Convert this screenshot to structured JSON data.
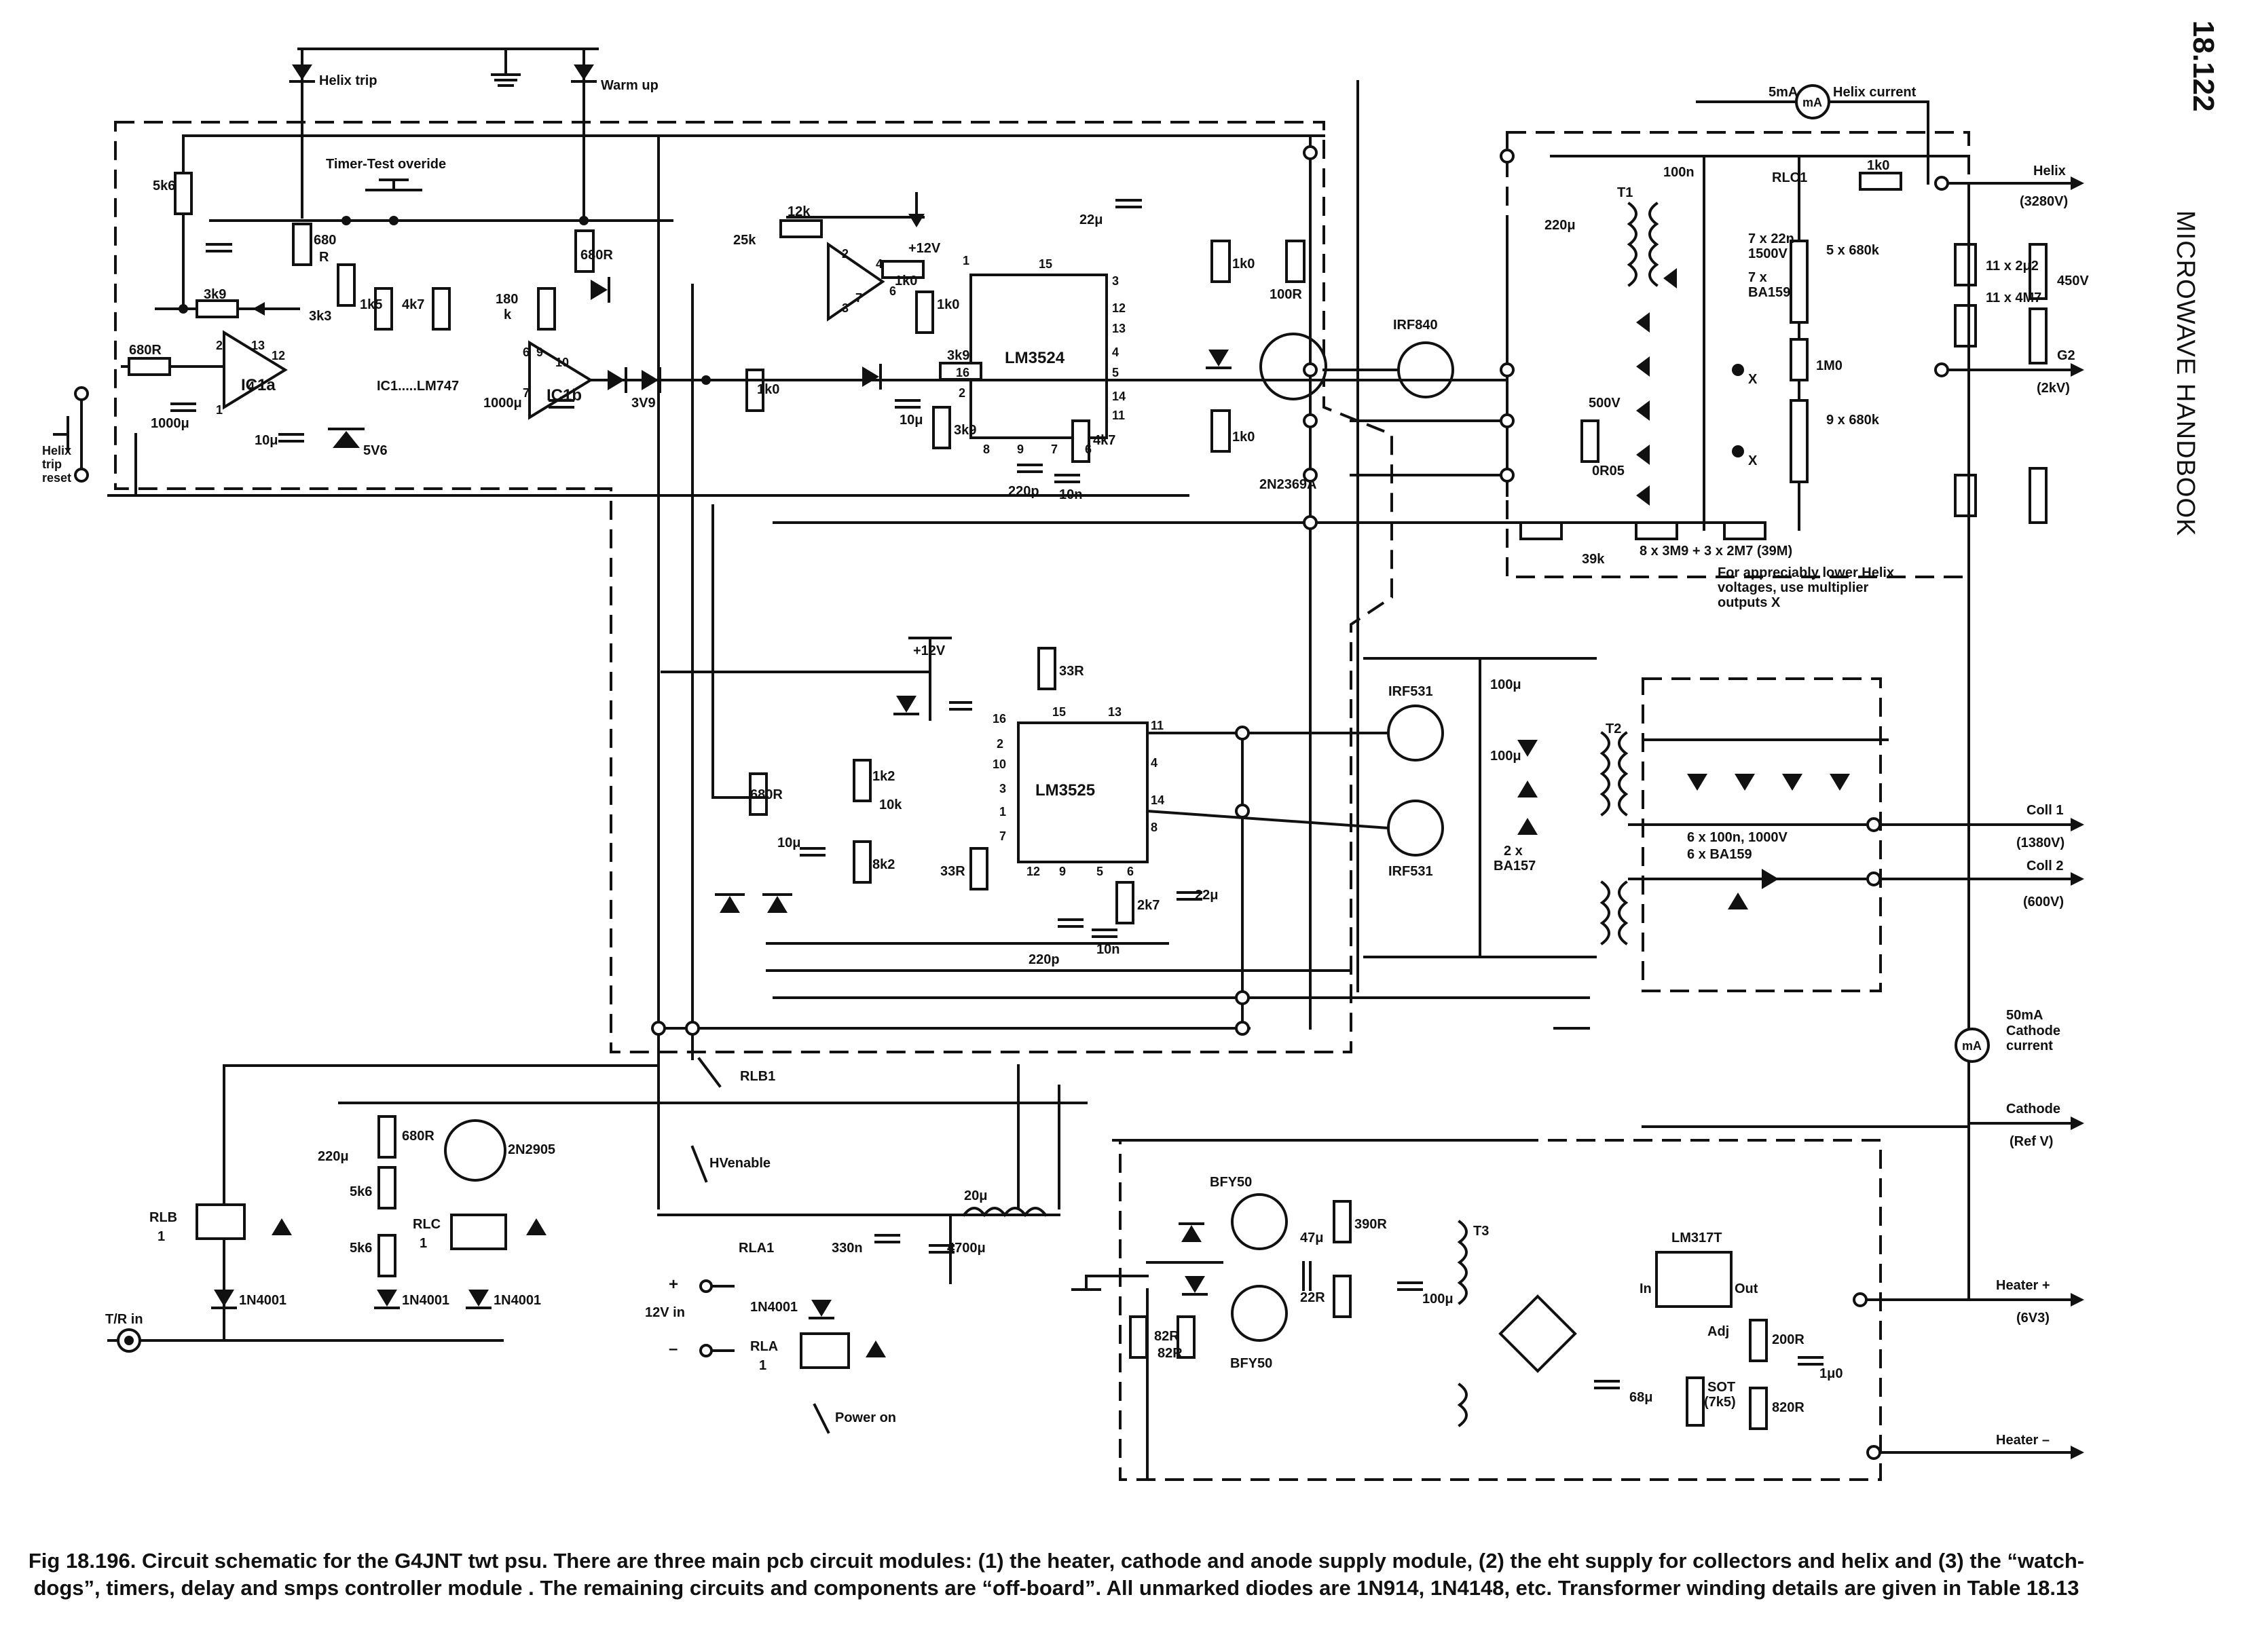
{
  "page": {
    "number": "18.122",
    "book_title": "MICROWAVE HANDBOOK"
  },
  "caption": "Fig 18.196. Circuit schematic for the G4JNT twt psu. There are three main pcb circuit modules: (1) the heater, cathode and anode supply module, (2) the eht supply for collectors and helix and (3) the “watch-dogs”, timers, delay and smps controller module . The remaining circuits and components are “off-board”. All unmarked diodes are 1N914, 1N4148, etc. Transformer winding details are given in Table 18.13",
  "ics": {
    "ic1a": "IC1a",
    "ic1b": "IC1b",
    "ic1_type": "IC1.....LM747",
    "lm3524": "LM3524",
    "lm3525": "LM3525",
    "lm317t": "LM317T"
  },
  "transistors": {
    "q_2n2369a": "2N2369A",
    "q_2n2905": "2N2905",
    "q_bfy50_a": "BFY50",
    "q_bfy50_b": "BFY50",
    "irf840": "IRF840",
    "irf531_a": "IRF531",
    "irf531_b": "IRF531"
  },
  "transformers": {
    "t1": "T1",
    "t2": "T2",
    "t3": "T3"
  },
  "relays": {
    "rlb": "RLB",
    "rlb_num": "1",
    "rlc": "RLC",
    "rlc_num": "1",
    "rla": "RLA",
    "rla_num": "1",
    "rlb1": "RLB1",
    "rlc1": "RLC1",
    "rla1": "RLA1"
  },
  "leds": {
    "helix_trip": "Helix trip",
    "warm_up": "Warm up"
  },
  "switches": {
    "timer_test": "Timer-Test overide",
    "helix_trip_reset": [
      "Helix",
      "trip",
      "reset"
    ],
    "hv_enable": "HVenable",
    "power_on": "Power on"
  },
  "meters": {
    "ma": "mA",
    "helix_range": "5mA",
    "helix_label": "Helix current",
    "cathode_range": "50mA",
    "cathode_label": [
      "Cathode",
      "current"
    ]
  },
  "outputs": [
    {
      "name": "Helix",
      "value": "(3280V)"
    },
    {
      "name": "G2",
      "value": "(2kV)"
    },
    {
      "name": "Coll 1",
      "value": "(1380V)"
    },
    {
      "name": "Coll 2",
      "value": "(600V)"
    },
    {
      "name": "Cathode",
      "value": "(Ref V)"
    },
    {
      "name": "Heater +",
      "value": "(6V3)"
    },
    {
      "name": "Heater –",
      "value": ""
    }
  ],
  "inputs": {
    "tr_in": "T/R in",
    "v12_in": "12V in",
    "plus": "+",
    "minus": "–",
    "plus12v": "+12V"
  },
  "notes": {
    "multiplier": [
      "For appreciably lower Helix",
      "voltages, use multiplier",
      "outputs X"
    ],
    "x_marker": "X"
  },
  "components": {
    "r_5k6": "5k6",
    "r_680r_a": "680",
    "r_680r_a2": "R",
    "r_3k9_a": "3k9",
    "r_3k3": "3k3",
    "r_680r_b": "680R",
    "c_1000u_a": "1000μ",
    "c_10u_a": "10μ",
    "z_5v6": "5V6",
    "r_1k5": "1k5",
    "r_4k7_a": "4k7",
    "r_180k": "180",
    "r_180k2": "k",
    "c_1000u_b": "1000μ",
    "r_680r_c": "680R",
    "z_3v9": "3V9",
    "r_1k0_a": "1k0",
    "r_12k": "12k",
    "vr_25k": "25k",
    "r_1k0_b": "1k0",
    "r_1k0_c": "1k0",
    "r_3k9_b": "3k9",
    "r_3k9_c": "3k9",
    "c_10u_b": "10μ",
    "c_220p_a": "220p",
    "c_10n_a": "10n",
    "r_4k7_b": "4k7",
    "c_22u_a": "22μ",
    "r_1k0_d": "1k0",
    "r_100r": "100R",
    "r_1k0_e": "1k0",
    "c_100n_a": "100n",
    "c_220u": "220μ",
    "z_500v": "500V",
    "r_0r05": "0R05",
    "c_7x22n": [
      "7 x 22n",
      "1500V"
    ],
    "d_7xba159": [
      "7 x",
      "BA159"
    ],
    "r_5x680k": "5 x 680k",
    "vr_1m0": "1M0",
    "r_9x680k": "9 x 680k",
    "r_1k0_f": "1k0",
    "c_11x2u2": [
      "11 x 2μ2",
      "450V"
    ],
    "r_11x4m7": "11 x 4M7",
    "r_39k": "39k",
    "r_chain": "8 x 3M9 + 3 x 2M7 (39M)",
    "r_33r_a": "33R",
    "r_680r_d": "680R",
    "vr_1k2": "1k2",
    "vr_10k": "10k",
    "r_8k2": "8k2",
    "c_10u_c": "10μ",
    "r_33r_b": "33R",
    "c_220p_b": "220p",
    "c_10n_b": "10n",
    "r_2k7": "2k7",
    "c_22u_b": "22μ",
    "c_100u_a": "100μ",
    "c_100u_b": "100μ",
    "d_2xba157": [
      "2 x",
      "BA157"
    ],
    "c_6x100n": "6 x 100n, 1000V",
    "d_6xba159": "6 x BA159",
    "c_220u_b": "220μ",
    "r_680r_e": "680R",
    "r_5k6_b": "5k6",
    "r_5k6_c": "5k6",
    "d_1n4001_a": "1N4001",
    "d_1n4001_b": "1N4001",
    "d_1n4001_c": "1N4001",
    "d_1n4001_d": "1N4001",
    "l_20u": "20μ",
    "c_330n": "330n",
    "c_4700u": "4700μ",
    "c_47u": "47μ",
    "r_390r": "390R",
    "r_22r": "22R",
    "c_100u_c": "100μ",
    "r_82r_a": "82R",
    "r_82r_b": "82R",
    "c_68u": "68μ",
    "r_200r": "200R",
    "r_820r": "820R",
    "r_sot": [
      "SOT",
      "(7k5)"
    ],
    "c_1u0": "1μ0",
    "lm317_in": "In",
    "lm317_out": "Out",
    "lm317_adj": "Adj"
  }
}
